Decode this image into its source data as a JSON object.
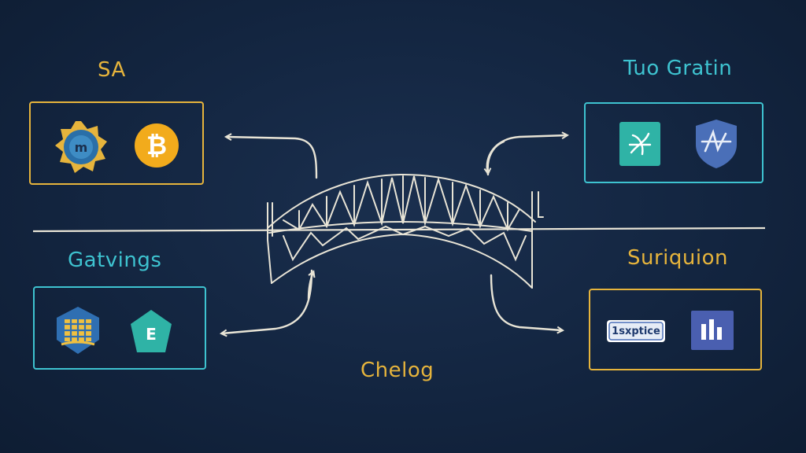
{
  "labels": {
    "top_left": "SA",
    "top_right": "Tuo Gratin",
    "bottom_left": "Gatvings",
    "bottom_right": "Suriquion",
    "bottom_center": "Chelog"
  },
  "badges": {
    "practice": "1sxptice"
  },
  "icons": {
    "top_left": [
      "gear-seal-icon",
      "bitcoin-icon"
    ],
    "top_right": [
      "teal-square-logo-icon",
      "shield-logo-icon"
    ],
    "bottom_left": [
      "building-shield-icon",
      "teal-pentagon-icon"
    ],
    "bottom_right": [
      "practice-badge-icon",
      "chart-square-icon"
    ]
  },
  "colors": {
    "background": "#132540",
    "gold": "#e6b43c",
    "teal": "#3ec3d0",
    "line": "#e8e4d6"
  }
}
